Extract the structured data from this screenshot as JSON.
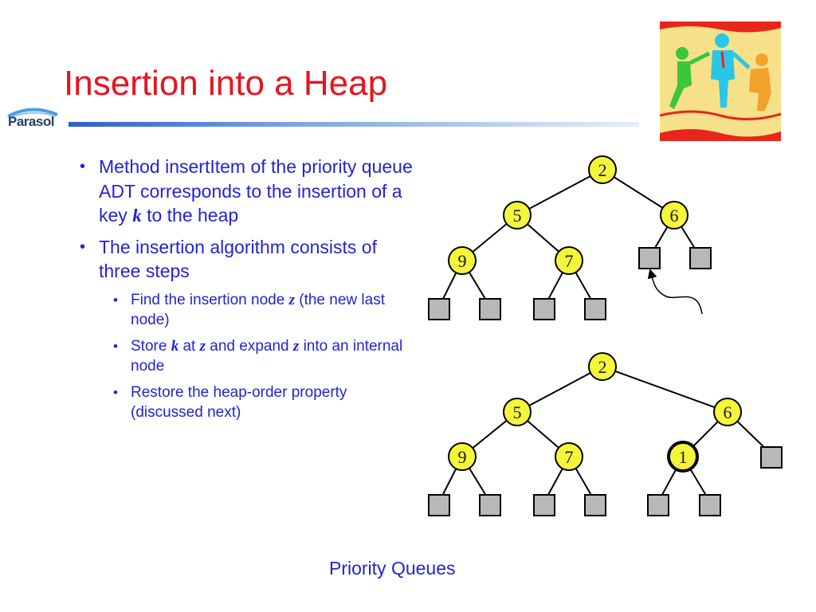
{
  "slide": {
    "title": "Insertion into a Heap",
    "logo_text": "Parasol",
    "footer": "Priority Queues"
  },
  "bullets": [
    {
      "parts": [
        "Method insertItem of the priority queue ADT corresponds to the insertion of a key ",
        "k",
        " to the heap"
      ]
    },
    {
      "text": "The insertion algorithm consists of three steps",
      "subs": [
        {
          "parts": [
            "Find the insertion node ",
            "z",
            " (the new last node)"
          ]
        },
        {
          "parts": [
            "Store ",
            "k",
            " at ",
            "z",
            " and expand ",
            "z",
            " into an internal node"
          ]
        },
        {
          "text": "Restore the heap-order property (discussed next)"
        }
      ]
    }
  ],
  "heap_before": {
    "root": "2",
    "level1": [
      "5",
      "6"
    ],
    "level2": [
      "9",
      "7"
    ]
  },
  "heap_after": {
    "root": "2",
    "level1": [
      "5",
      "6"
    ],
    "level2": [
      "9",
      "7"
    ],
    "inserted": "1"
  },
  "colors": {
    "title": "#e8141e",
    "text": "#2323d8",
    "node_fill": "#f5f53a",
    "leaf_fill": "#b8b8b8"
  }
}
